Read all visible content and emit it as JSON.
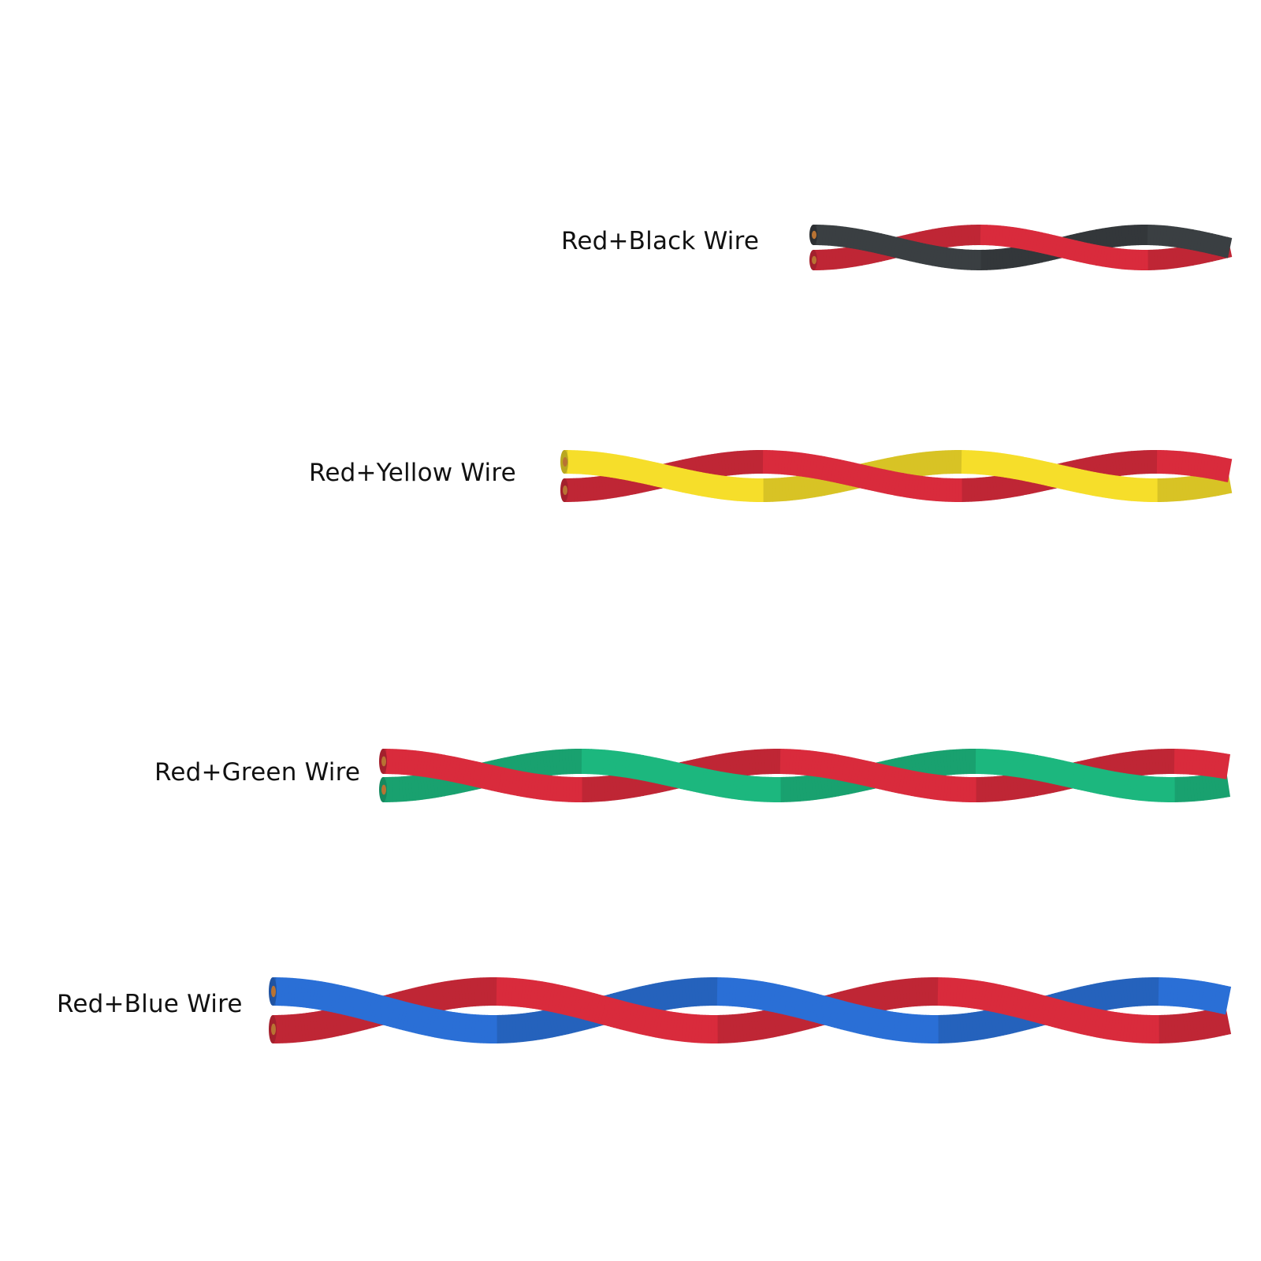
{
  "wires": [
    {
      "label": "Red+Black Wire",
      "colors": {
        "a": "#d92b3c",
        "b": "#3a3f42"
      }
    },
    {
      "label": "Red+Yellow  Wire",
      "colors": {
        "a": "#d92b3c",
        "b": "#f6de2a"
      }
    },
    {
      "label": "Red+Green  Wire",
      "colors": {
        "a": "#d92b3c",
        "b": "#1cb77e"
      }
    },
    {
      "label": "Red+Blue  Wire",
      "colors": {
        "a": "#d92b3c",
        "b": "#2a6fd6"
      }
    }
  ]
}
